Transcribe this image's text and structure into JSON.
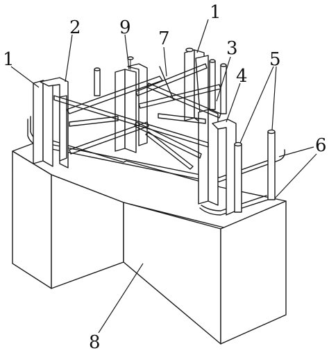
{
  "labels": {
    "l1_top": "1",
    "l1_left": "1",
    "l2": "2",
    "l3": "3",
    "l4": "4",
    "l5": "5",
    "l6": "6",
    "l7": "7",
    "l8": "8",
    "l9": "9"
  }
}
